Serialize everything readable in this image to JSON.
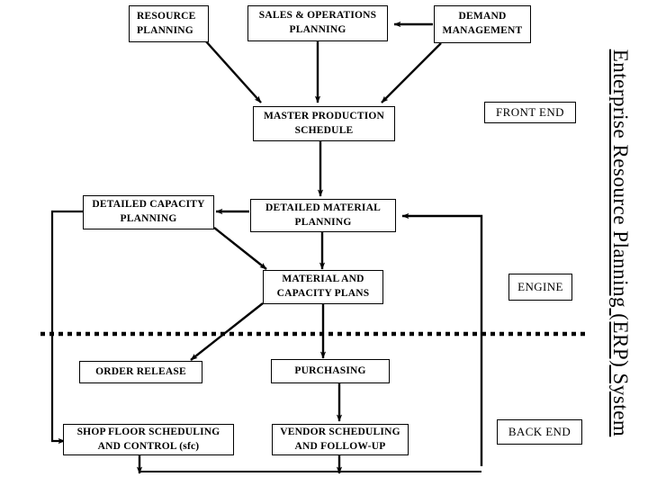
{
  "diagram": {
    "vertical_title": "Enterprise Resource Planning (ERP) System",
    "nodes": {
      "resource_planning": "RESOURCE PLANNING",
      "sales_operations_planning": "SALES &  OPERATIONS PLANNING",
      "demand_management": "DEMAND MANAGEMENT",
      "master_production_schedule": "MASTER PRODUCTION SCHEDULE",
      "detailed_capacity_planning": "DETAILED CAPACITY PLANNING",
      "detailed_material_planning": "DETAILED MATERIAL PLANNING",
      "material_and_capacity_plans": "MATERIAL AND CAPACITY PLANS",
      "order_release": "ORDER RELEASE",
      "purchasing": "PURCHASING",
      "shop_floor_scheduling": "SHOP FLOOR SCHEDULING AND CONTROL (sfc)",
      "vendor_scheduling": "VENDOR SCHEDULING AND FOLLOW-UP"
    },
    "section_tags": {
      "front_end": "FRONT END",
      "engine": "ENGINE",
      "back_end": "BACK END"
    },
    "colors": {
      "stroke": "#000000",
      "fill": "#ffffff",
      "text": "#000000"
    }
  }
}
